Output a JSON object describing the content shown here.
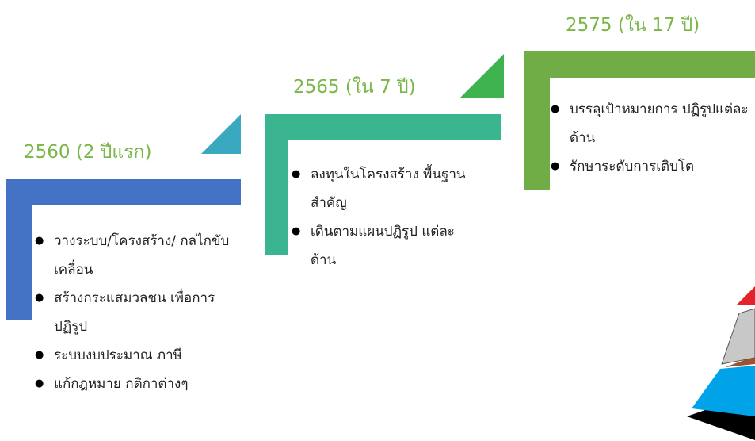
{
  "stages": [
    {
      "title": "2560 (2 ปีแรก)",
      "color": "#4472c4",
      "triangle_color": "#3aa9bf",
      "items": [
        "วางระบบ/โครงสร้าง/ กลไกขับเคลื่อน",
        "สร้างกระแสมวลชน เพื่อการปฏิรูป",
        "ระบบงบประมาณ ภาษี",
        "แก้กฎหมาย กติกาต่างๆ"
      ]
    },
    {
      "title": "2565 (ใน 7 ปี)",
      "color": "#3ab58f",
      "triangle_color": "#3fb350",
      "items": [
        "ลงทุนในโครงสร้าง พื้นฐานสำคัญ",
        "เดินตามแผนปฏิรูป แต่ละด้าน"
      ]
    },
    {
      "title": "2575 (ใน 17 ปี)",
      "color": "#70ad47",
      "items": [
        "บรรลุเป้าหมายการ ปฏิรูปแต่ละด้าน",
        "รักษาระดับการเติบโต"
      ]
    }
  ],
  "title_color": "#7ab648",
  "pyramid_colors": [
    "#e3242b",
    "#c8c8c8",
    "#a0522d",
    "#00a2e8",
    "#000000"
  ]
}
